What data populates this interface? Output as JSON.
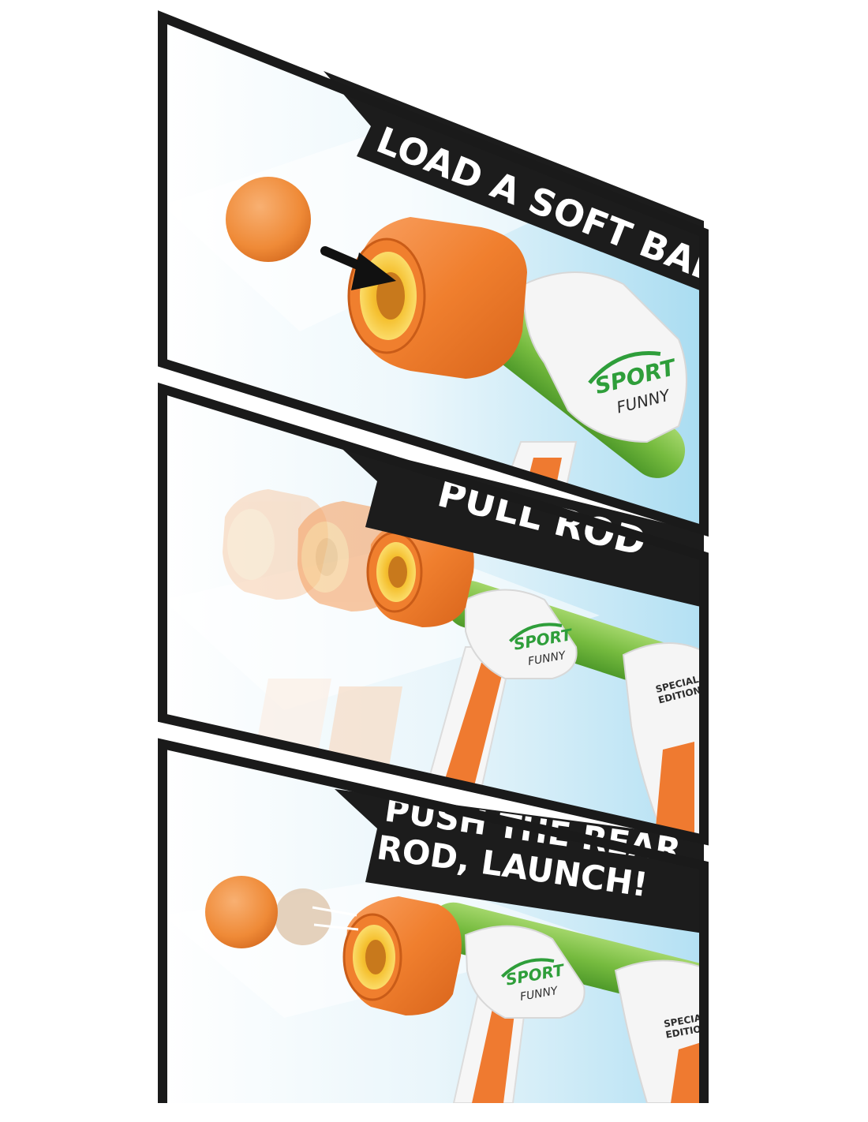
{
  "steps": [
    {
      "label": "LOAD A SOFT BALL"
    },
    {
      "label": "PULL ROD"
    },
    {
      "label_line1": "PUSH THE REAR",
      "label_line2": "ROD, LAUNCH!"
    }
  ],
  "logo": {
    "sport": "SPORT",
    "funny": "FUNNY",
    "special_line1": "SPECIAL",
    "special_line2": "EDITION"
  },
  "colors": {
    "frame": "#1a1a1a",
    "banner": "#1c1c1c",
    "sky": "#b9e3f4",
    "cap_orange": "#f07f2e",
    "inner_yellow": "#f5c131",
    "tube_green": "#7cc043",
    "body_white": "#f4f4f4",
    "grip_orange": "#ef7a30",
    "ball_orange": "#ef8a37"
  }
}
